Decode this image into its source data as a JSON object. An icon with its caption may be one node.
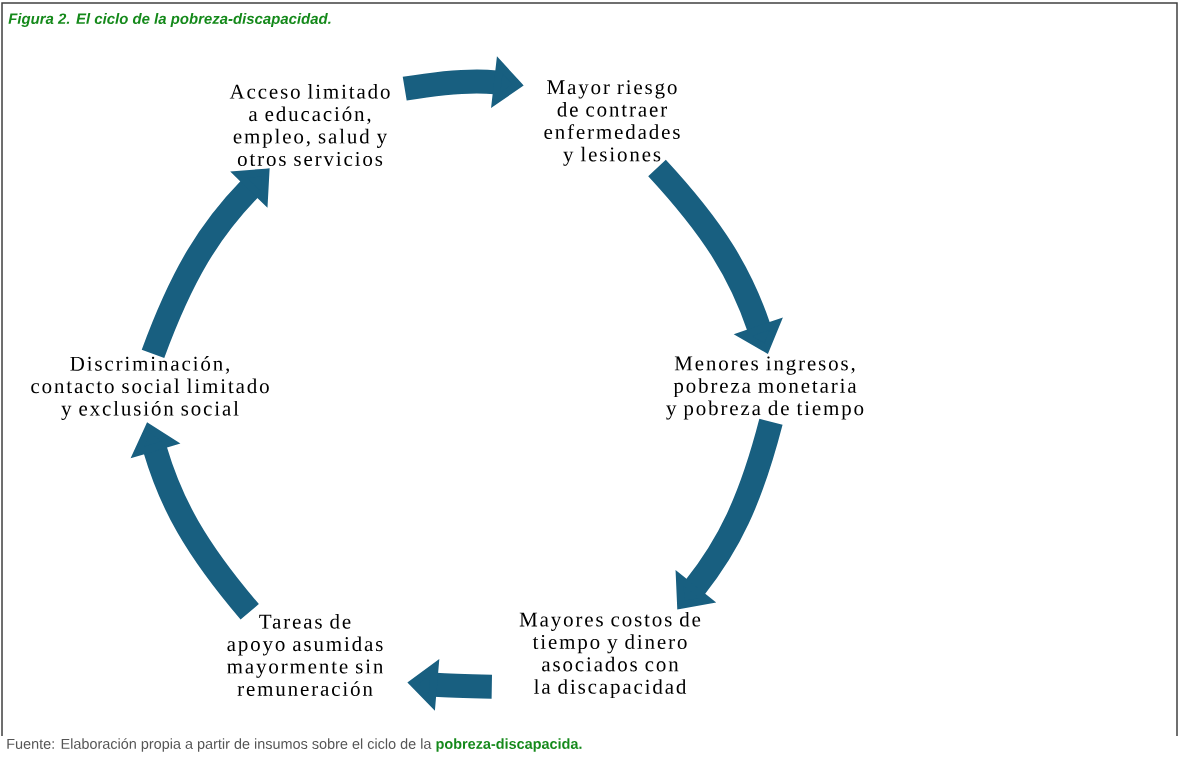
{
  "diagram": {
    "title": "Figura 2. El ciclo de la pobreza-discapacidad.",
    "caption": "Fuente: Elaboración propia a partir de insumos sobre el ciclo de la **pobreza-discapacida.**",
    "nodes": [
      {
        "text": [
          "Acceso limitado a educación, empleo, salud y otros servicios"
        ]
      },
      {
        "text": [
          "Mayor riesgo de contraer enfermedades y lesiones"
        ]
      },
      {
        "text": [
          "Menores ingresos, pobreza monetaria y pobreza de tiempo"
        ]
      },
      {
        "text": [
          "Mayores costos de tiempo y dinero asociados con la discapacidad"
        ]
      },
      {
        "text": [
          "Tareas de apoyo asumidas mayormente sin remuneración"
        ]
      },
      {
        "text": [
          "Discriminación, contacto social limitado y exclusión social"
        ]
      }
    ],
    "edges": [
      {
        "from": 0,
        "to": 1,
        "arrow": "to"
      },
      {
        "from": 1,
        "to": 2,
        "arrow": "to"
      },
      {
        "from": 2,
        "to": 3,
        "arrow": "to"
      },
      {
        "from": 3,
        "to": 4,
        "arrow": "to"
      },
      {
        "from": 4,
        "to": 5,
        "arrow": "to"
      },
      {
        "from": 5,
        "to": 0,
        "arrow": "to"
      }
    ]
  }
}
